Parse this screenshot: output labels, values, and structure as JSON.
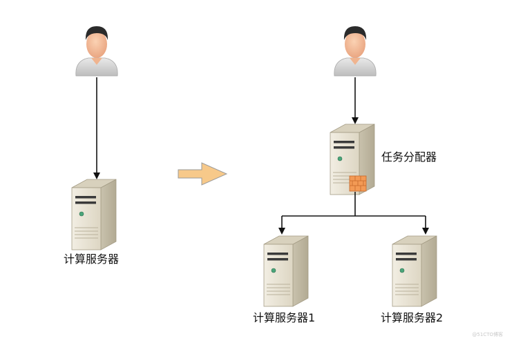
{
  "labels": {
    "left_server": "计算服务器",
    "dispatcher": "任务分配器",
    "server_1": "计算服务器1",
    "server_2": "计算服务器2"
  },
  "watermark": "@51CTO博客",
  "colors": {
    "arrow_fill": "#f7c98a",
    "arrow_stroke": "#9a9a9a",
    "connector": "#111111",
    "server_body": "#e6e1d2",
    "server_side": "#c9c2ad",
    "firewall": "#f39a55"
  },
  "icons": {
    "user": "user-icon",
    "server": "server-icon",
    "firewall": "firewall-icon",
    "transition_arrow": "right-arrow-icon"
  }
}
